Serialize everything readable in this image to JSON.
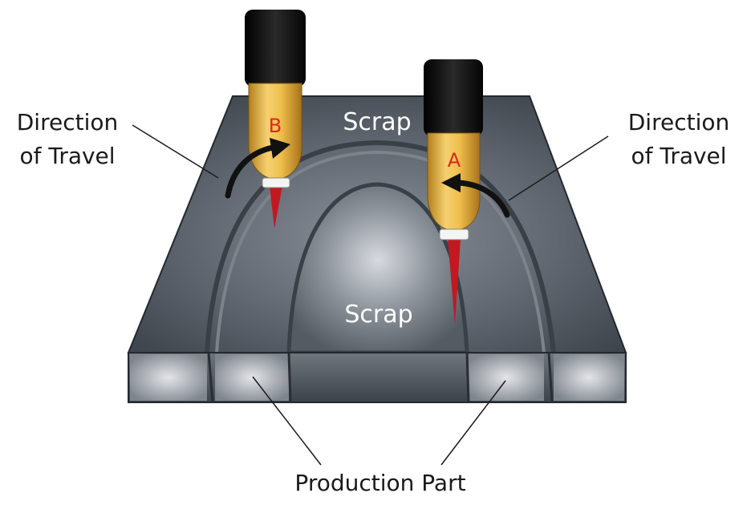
{
  "labels": {
    "left_direction_line1": "Direction",
    "left_direction_line2": "of Travel",
    "right_direction_line1": "Direction",
    "right_direction_line2": "of Travel",
    "scrap_outer": "Scrap",
    "scrap_inner": "Scrap",
    "production_part": "Production Part"
  },
  "torches": {
    "left_letter": "B",
    "right_letter": "A"
  },
  "colors": {
    "plate_top": "#4e5560",
    "plate_edge": "#2f343a",
    "nozzle_gold": "#e9b43a",
    "torch_cap": "#151515",
    "beam_red": "#c21820",
    "letter_red": "#e0261c"
  }
}
